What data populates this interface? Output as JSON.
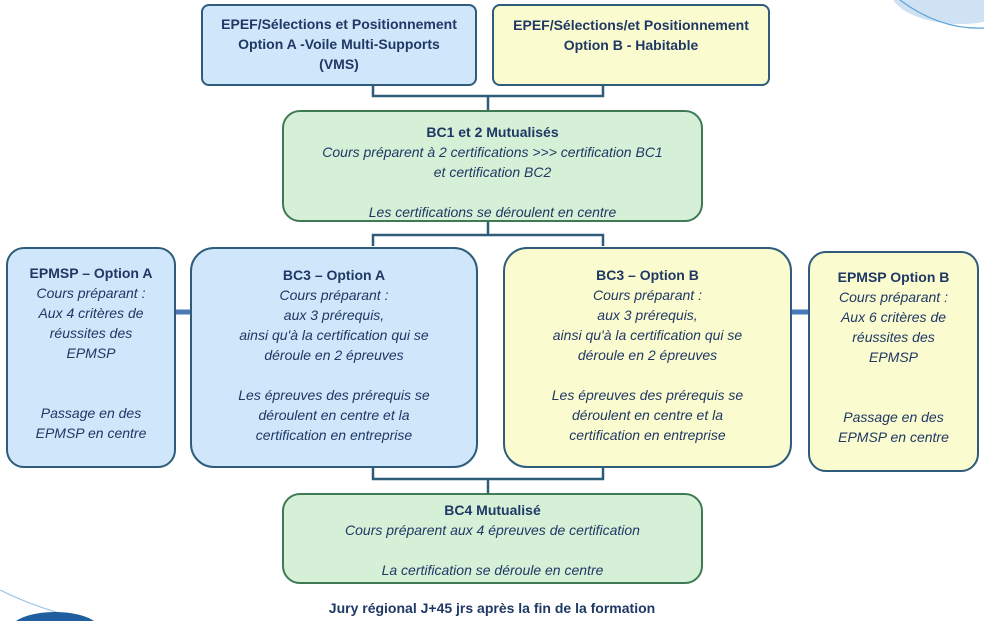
{
  "boxes": {
    "option_a_selection": {
      "line1": "EPEF/Sélections et Positionnement",
      "line2": "Option A -Voile Multi-Supports",
      "line3": "(VMS)"
    },
    "option_b_selection": {
      "line1": "EPEF/Sélections/et Positionnement",
      "line2": "Option B - Habitable"
    },
    "bc1_2": {
      "title": "BC1 et 2 Mutualisés",
      "line1": "Cours préparent à 2 certifications >>> certification BC1",
      "line2": "et certification BC2",
      "line3": "Les certifications se déroulent en centre"
    },
    "epmsp_a": {
      "title": "EPMSP – Option A",
      "line1": "Cours préparant  :",
      "line2": "Aux 4 critères de",
      "line3": "réussites des",
      "line4": "EPMSP",
      "line5": "Passage en des",
      "line6": "EPMSP en centre"
    },
    "bc3_a": {
      "title": "BC3 – Option A",
      "line1": "Cours préparant  :",
      "line2": "aux 3 prérequis,",
      "line3": "ainsi qu'à la certification qui se",
      "line4": "déroule en 2 épreuves",
      "line5": "Les épreuves des prérequis se",
      "line6": "déroulent en centre et la",
      "line7": "certification en entreprise"
    },
    "bc3_b": {
      "title": "BC3 – Option B",
      "line1": "Cours préparant  :",
      "line2": "aux 3 prérequis,",
      "line3": "ainsi qu'à la certification qui se",
      "line4": "déroule en 2 épreuves",
      "line5": "Les épreuves des prérequis se",
      "line6": "déroulent en centre et la",
      "line7": "certification en entreprise"
    },
    "epmsp_b": {
      "title": "EPMSP Option B",
      "line1": "Cours préparant  :",
      "line2": "Aux 6 critères de",
      "line3": "réussites des",
      "line4": "EPMSP",
      "line5": "Passage en des",
      "line6": "EPMSP en centre"
    },
    "bc4": {
      "title": "BC4 Mutualisé",
      "line1": "Cours préparent aux 4 épreuves de certification",
      "line2": "La certification se déroule en centre"
    }
  },
  "footer": "Jury régional J+45 jrs après la fin de la formation",
  "colors": {
    "text": "#1f3864",
    "blue_fill": "#cfe6fb",
    "yellow_fill": "#fbfbd0",
    "green_fill": "#d6f0d8",
    "connector": "#2e5c7a"
  }
}
